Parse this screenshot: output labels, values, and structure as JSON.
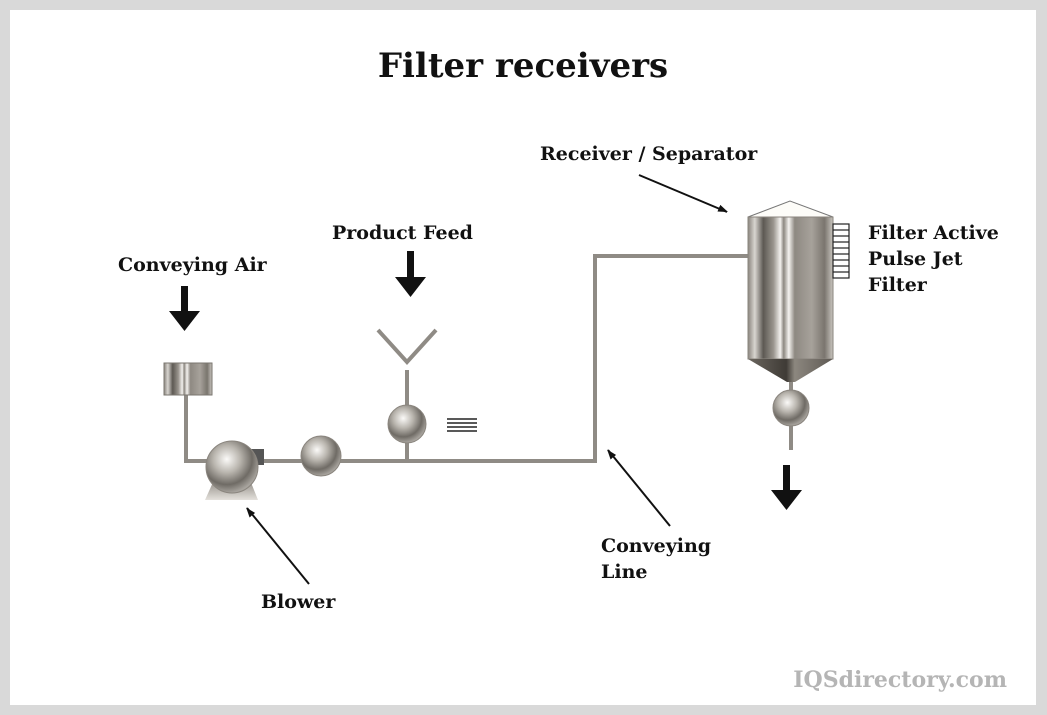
{
  "title": "Filter receivers",
  "labels": {
    "conveying_air": "Conveying Air",
    "product_feed": "Product Feed",
    "receiver_separator": "Receiver / Separator",
    "filter_line1": "Filter Active",
    "filter_line2": "Pulse Jet",
    "filter_line3": "Filter",
    "blower": "Blower",
    "conveying_line_1": "Conveying",
    "conveying_line_2": "Line"
  },
  "watermark": "IQSdirectory.com",
  "colors": {
    "border": "#d9d9d9",
    "background": "#ffffff",
    "pipe": "#8f8b85",
    "metal_dark": "#6e6a64",
    "metal_light": "#e9e7e3",
    "text": "#111111",
    "watermark": "#b5b5b5"
  }
}
